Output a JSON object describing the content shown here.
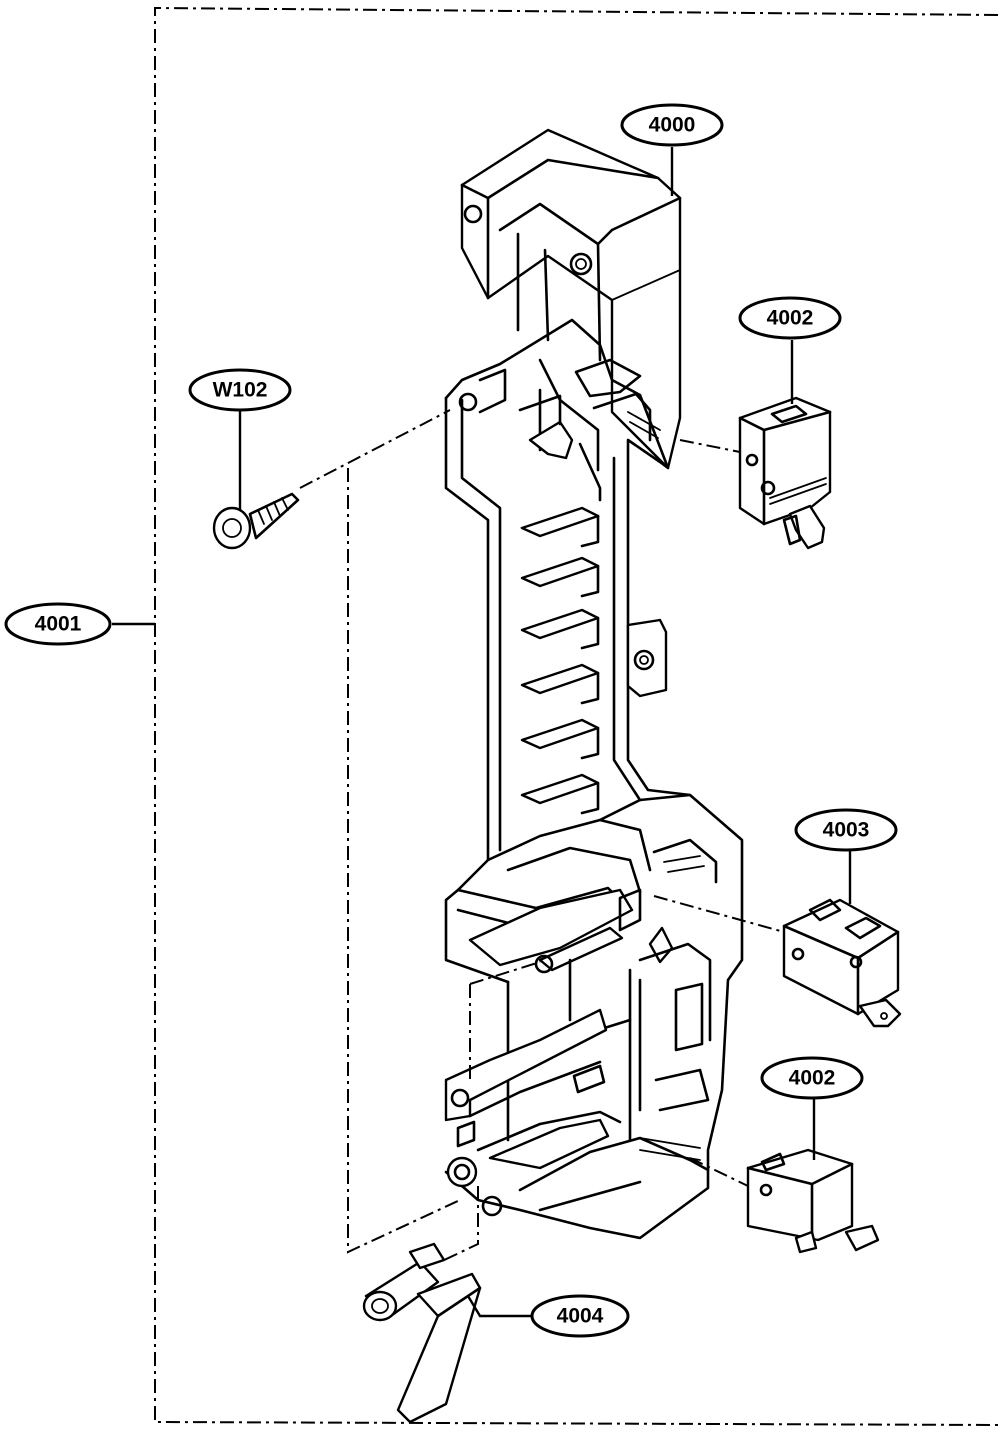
{
  "callouts": {
    "w102": "W102",
    "p4000": "4000",
    "p4001": "4001",
    "p4002_top": "4002",
    "p4003": "4003",
    "p4002_bottom": "4002",
    "p4004": "4004"
  }
}
